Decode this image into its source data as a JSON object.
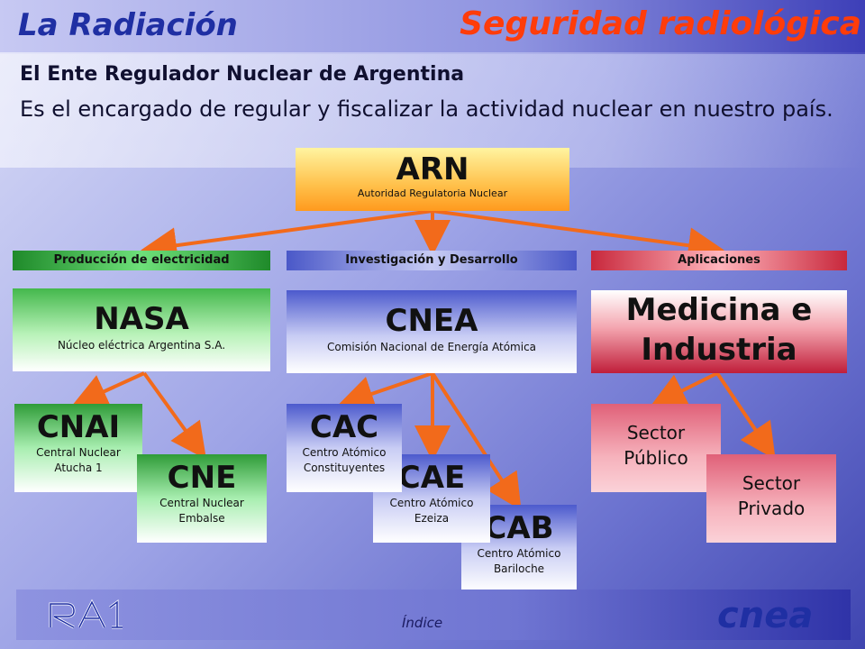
{
  "header": {
    "title_left": "La Radiación",
    "title_right": "Seguridad radiológica",
    "subtitle": "El Ente Regulador Nuclear  de Argentina",
    "description": "Es el encargado de regular y fiscalizar la actividad nuclear en nuestro país."
  },
  "arn": {
    "title": "ARN",
    "subtitle": "Autoridad Regulatoria Nuclear"
  },
  "categories": {
    "produccion": "Producción de electricidad",
    "investigacion": "Investigación y Desarrollo",
    "aplicaciones": "Aplicaciones"
  },
  "nasa": {
    "title": "NASA",
    "subtitle": "Núcleo eléctrica Argentina S.A."
  },
  "cnea": {
    "title": "CNEA",
    "subtitle": "Comisión Nacional de Energía Atómica"
  },
  "medicina": {
    "title_line1": "Medicina e",
    "title_line2": "Industria"
  },
  "cnai": {
    "title": "CNAI",
    "line1": "Central Nuclear",
    "line2": "Atucha 1"
  },
  "cne": {
    "title": "CNE",
    "line1": "Central Nuclear",
    "line2": "Embalse"
  },
  "cac": {
    "title": "CAC",
    "line1": "Centro Atómico",
    "line2": "Constituyentes"
  },
  "cae": {
    "title": "CAE",
    "line1": "Centro Atómico",
    "line2": "Ezeiza"
  },
  "cab": {
    "title": "CAB",
    "line1": "Centro Atómico",
    "line2": "Bariloche"
  },
  "sector_publico": {
    "line1": "Sector",
    "line2": "Público"
  },
  "sector_privado": {
    "line1": "Sector",
    "line2": "Privado"
  },
  "footer": {
    "indice": "Índice",
    "logo_left": "RA1",
    "logo_right": "cnea"
  },
  "colors": {
    "title_blue": "#1f2fa3",
    "title_orange": "#ff3c0a",
    "arrow_orange": "#f26a1b"
  }
}
